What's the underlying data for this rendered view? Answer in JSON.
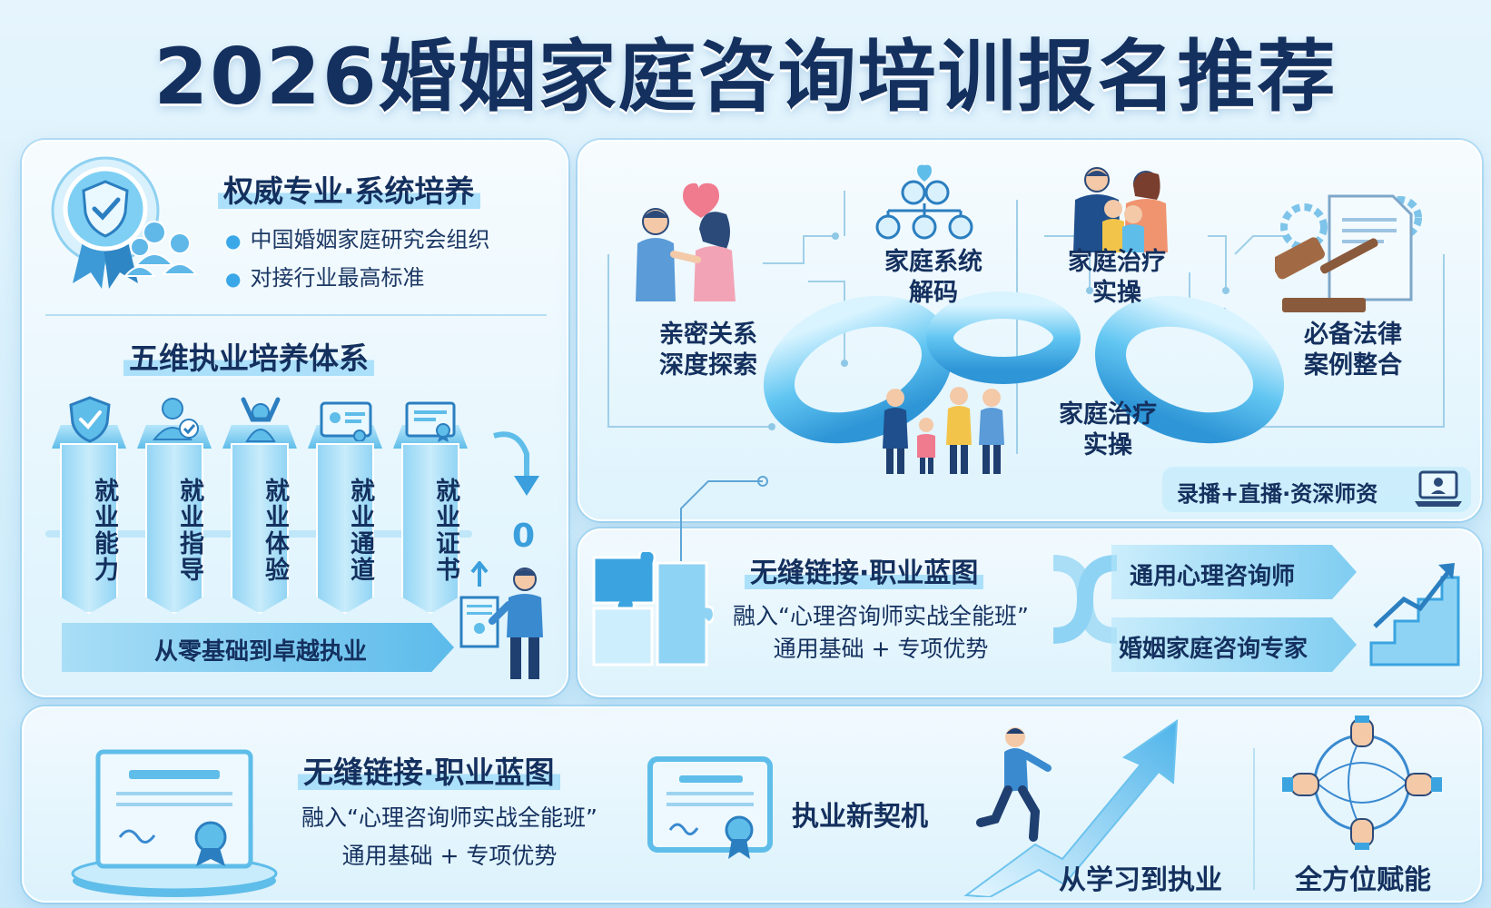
{
  "title": "2026婚姻家庭咨询培训报名推荐",
  "colors": {
    "title": "#14305e",
    "accent": "#3aa8e8",
    "panel_border": "#7ec4ea",
    "background": "#d3eefb"
  },
  "authority": {
    "heading": "权威专业·系统培养",
    "bullets": [
      "中国婚姻家庭研究会组织",
      "对接行业最高标准"
    ],
    "icon": "shield-ribbon-badge-icon"
  },
  "five_dim": {
    "heading": "五维执业培养体系",
    "pillars": [
      {
        "label": "就业能力",
        "icon": "shield-check-icon"
      },
      {
        "label": "就业指导",
        "icon": "person-check-icon"
      },
      {
        "label": "就业体验",
        "icon": "person-celebrate-icon"
      },
      {
        "label": "就业通道",
        "icon": "id-card-icon"
      },
      {
        "label": "就业证书",
        "icon": "certificate-icon"
      }
    ],
    "zero_label": "0",
    "arrow_text": "从零基础到卓越执业"
  },
  "courses": {
    "items": [
      {
        "label": "亲密关系\n深度探索",
        "icon": "couple-heart-icon"
      },
      {
        "label": "家庭系统\n解码",
        "icon": "family-tree-icon"
      },
      {
        "label": "家庭治疗\n实操",
        "icon": "family-portrait-icon"
      },
      {
        "label": "必备法律\n案例整合",
        "icon": "gavel-document-icon"
      },
      {
        "label": "家庭治疗\n实操",
        "icon": "family-walking-icon"
      }
    ],
    "footer": "录播+直播·资深师资",
    "footer_icon": "laptop-teacher-icon"
  },
  "career": {
    "heading": "无缝链接·职业蓝图",
    "line1": "融入“心理咨询师实战全能班”",
    "line2": "通用基础 + 专项优势",
    "paths": [
      "通用心理咨询师",
      "婚姻家庭咨询专家"
    ],
    "icon": "puzzle-icon",
    "growth_icon": "growth-stairs-icon"
  },
  "bottom": {
    "heading": "无缝链接·职业蓝图",
    "line1": "融入“心理咨询师实战全能班”",
    "line2": "通用基础 + 专项优势",
    "cert_label": "执业新契机",
    "learn_label": "从学习到执业",
    "empower_label": "全方位赋能"
  }
}
